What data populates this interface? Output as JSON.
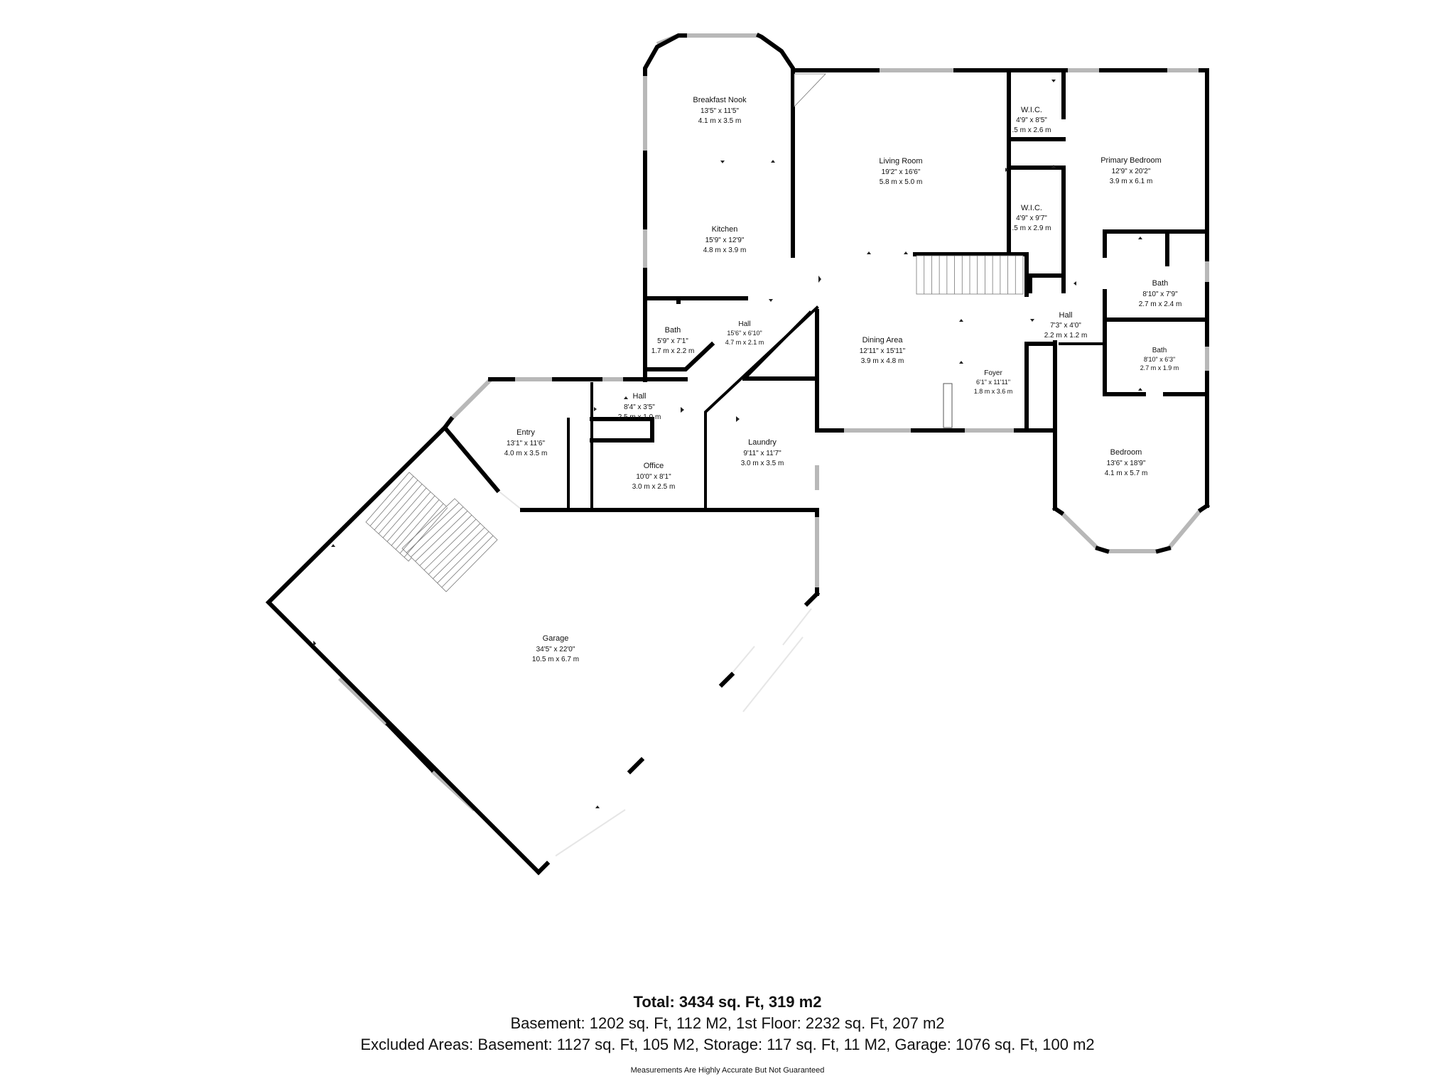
{
  "rooms": {
    "breakfast_nook": {
      "name": "Breakfast Nook",
      "imperial": "13'5\" x 11'5\"",
      "metric": "4.1 m x 3.5 m"
    },
    "kitchen": {
      "name": "Kitchen",
      "imperial": "15'9\" x 12'9\"",
      "metric": "4.8 m x 3.9 m"
    },
    "living_room": {
      "name": "Living Room",
      "imperial": "19'2\" x 16'6\"",
      "metric": "5.8 m x 5.0 m"
    },
    "wic_1": {
      "name": "W.I.C.",
      "imperial": "4'9\" x 8'5\"",
      "metric": ".5 m x 2.6 m"
    },
    "wic_2": {
      "name": "W.I.C.",
      "imperial": "4'9\" x 9'7\"",
      "metric": ".5 m x 2.9 m"
    },
    "primary_bedroom": {
      "name": "Primary Bedroom",
      "imperial": "12'9\" x 20'2\"",
      "metric": "3.9 m x 6.1 m"
    },
    "bath_upper": {
      "name": "Bath",
      "imperial": "8'10\" x 7'9\"",
      "metric": "2.7 m x 2.4 m"
    },
    "bath_lower": {
      "name": "Bath",
      "imperial": "8'10\" x 6'3\"",
      "metric": "2.7 m x 1.9 m"
    },
    "hall_right": {
      "name": "Hall",
      "imperial": "7'3\" x 4'0\"",
      "metric": "2.2 m x 1.2 m"
    },
    "bath_left": {
      "name": "Bath",
      "imperial": "5'9\" x 7'1\"",
      "metric": "1.7 m x 2.2 m"
    },
    "hall_center": {
      "name": "Hall",
      "imperial": "15'6\" x 6'10\"",
      "metric": "4.7 m x 2.1 m"
    },
    "dining_area": {
      "name": "Dining Area",
      "imperial": "12'11\" x 15'11\"",
      "metric": "3.9 m x 4.8 m"
    },
    "foyer": {
      "name": "Foyer",
      "imperial": "6'1\" x 11'11\"",
      "metric": "1.8 m x 3.6 m"
    },
    "hall_small": {
      "name": "Hall",
      "imperial": "8'4\" x 3'5\"",
      "metric": "2.5 m x 1.0 m"
    },
    "entry": {
      "name": "Entry",
      "imperial": "13'1\" x 11'6\"",
      "metric": "4.0 m x 3.5 m"
    },
    "office": {
      "name": "Office",
      "imperial": "10'0\" x 8'1\"",
      "metric": "3.0 m x 2.5 m"
    },
    "laundry": {
      "name": "Laundry",
      "imperial": "9'11\" x 11'7\"",
      "metric": "3.0 m x 3.5 m"
    },
    "bedroom": {
      "name": "Bedroom",
      "imperial": "13'6\" x 18'9\"",
      "metric": "4.1 m x 5.7 m"
    },
    "garage": {
      "name": "Garage",
      "imperial": "34'5\" x 22'0\"",
      "metric": "10.5 m x 6.7 m"
    }
  },
  "summary": {
    "total": "Total: 3434 sq. Ft, 319 m2",
    "line1": "Basement: 1202 sq. Ft, 112 M2, 1st Floor: 2232 sq. Ft, 207 m2",
    "line2": "Excluded Areas: Basement: 1127 sq. Ft, 105 M2, Storage: 117 sq. Ft, 11 M2, Garage: 1076 sq. Ft, 100 m2",
    "disclaimer": "Measurements Are Highly Accurate But Not Guaranteed"
  },
  "colors": {
    "wall": "#000000",
    "window": "#b8b8b8",
    "background": "#ffffff"
  }
}
